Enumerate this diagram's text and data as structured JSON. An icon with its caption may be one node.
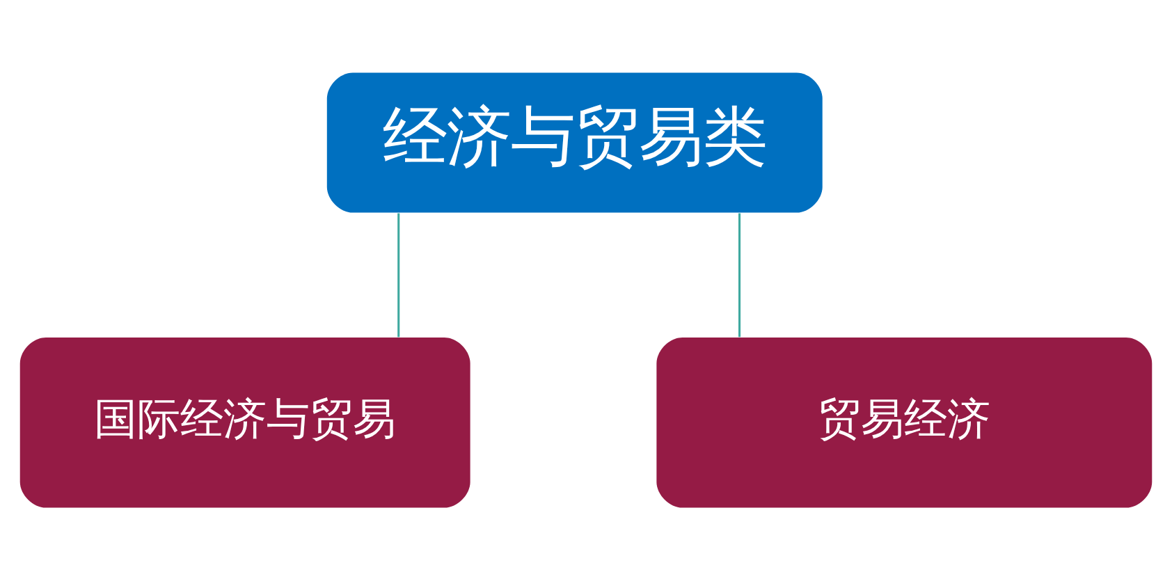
{
  "diagram": {
    "nodes": [
      {
        "text": [
          "经济与贸易类"
        ]
      },
      {
        "text": [
          "国际经济与贸易"
        ]
      },
      {
        "text": [
          "贸易经济"
        ]
      }
    ],
    "edges": [
      {
        "from": 0,
        "to": 1,
        "arrow": "none"
      },
      {
        "from": 0,
        "to": 2,
        "arrow": "none"
      }
    ]
  }
}
